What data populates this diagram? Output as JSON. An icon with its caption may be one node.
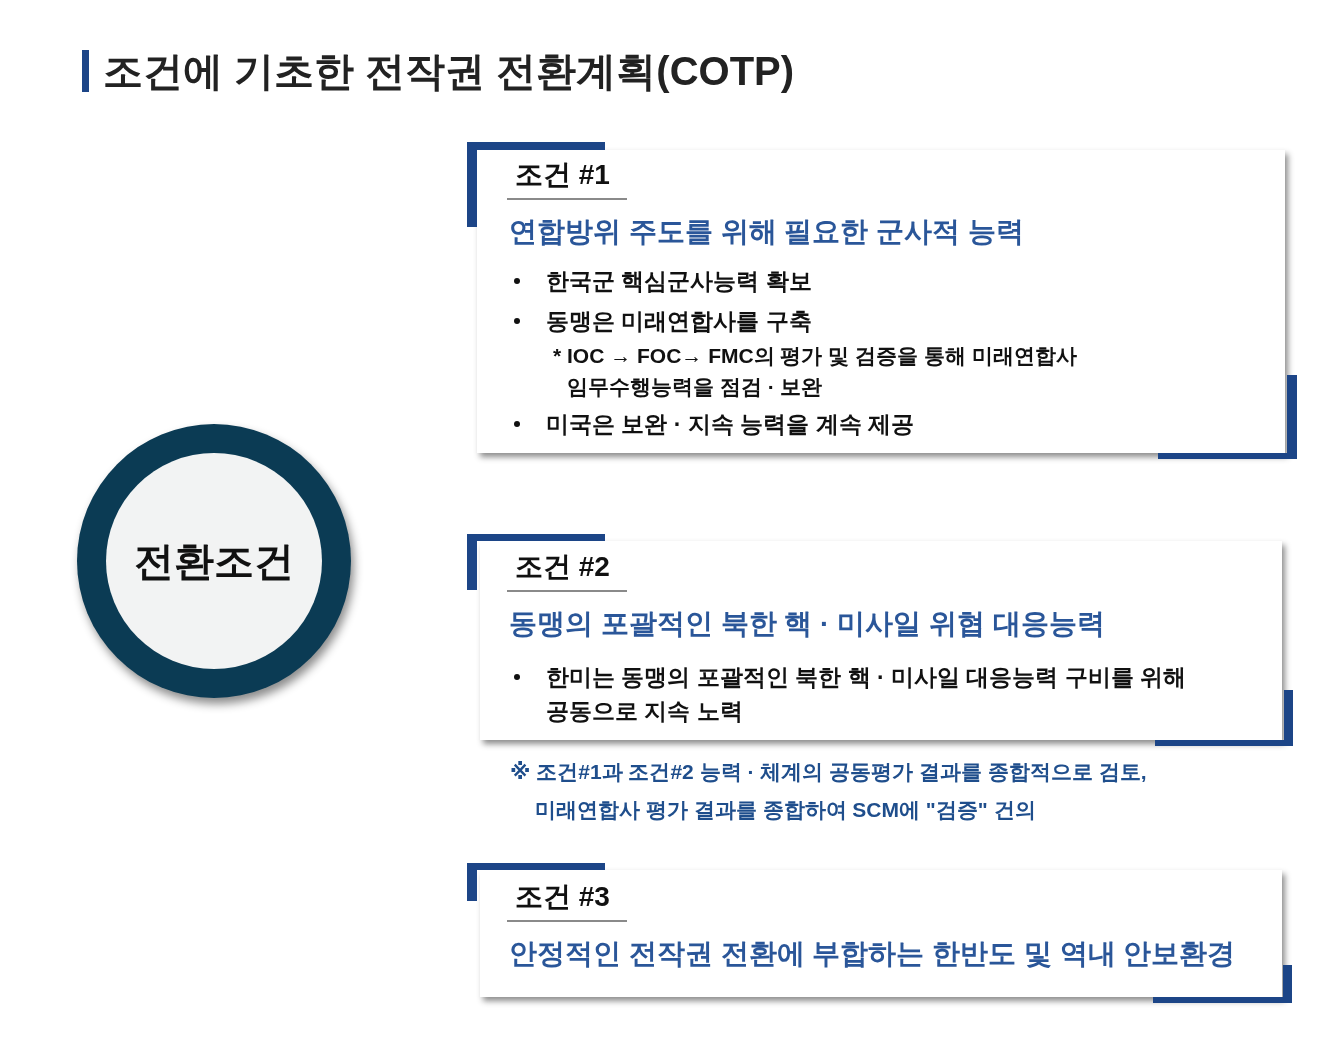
{
  "diagram": {
    "title": "조건에 기초한 전작권 전환계획(COTP)",
    "nodes": [
      {
        "text": [
          "전환조건"
        ]
      },
      {
        "text": [
          "조건 #1",
          "연합방위 주도를 위해 필요한 군사적 능력",
          "한국군 핵심군사능력 확보",
          "동맹은 미래연합사를 구축",
          "* IOC → FOC→ FMC의 평가 및 검증을 통해 미래연합사 임무수행능력을 점검 · 보완",
          "미국은 보완 · 지속 능력을 계속 제공"
        ]
      },
      {
        "text": [
          "조건 #2",
          "동맹의 포괄적인 북한 핵 · 미사일 위협 대응능력",
          "한미는 동맹의 포괄적인 북한 핵 · 미사일 대응능력 구비를 위해 공동으로 지속 노력"
        ]
      },
      {
        "text": [
          "조건 #3",
          "안정적인 전작권 전환에 부합하는 한반도 및 역내 안보환경"
        ]
      }
    ],
    "labels": [
      "※ 조건#1과 조건#2 능력 · 체계의 공동평가 결과를 종합적으로 검토, 미래연합사 평가 결과를 종합하여 SCM에 \"검증\" 건의"
    ]
  }
}
